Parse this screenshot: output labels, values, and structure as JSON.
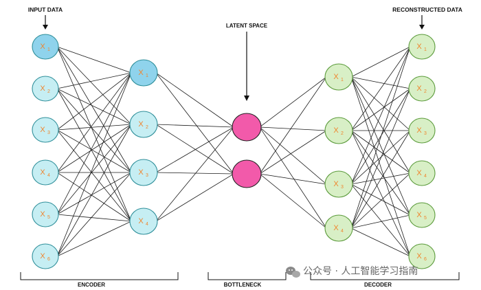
{
  "labels": {
    "input": "INPUT DATA",
    "latent": "LATENT SPACE",
    "reconstructed": "RECONSTRUCTED DATA",
    "encoder": "ENCODER",
    "bottleneck": "BOTTLENECK",
    "decoder": "DECODER"
  },
  "layers": [
    {
      "name": "input",
      "fill": "#c6eef3",
      "stroke": "#2f8f9a",
      "nodes": [
        {
          "base": "X",
          "sub": "1",
          "fill": "#8fd3ec"
        },
        {
          "base": "X",
          "sub": "2"
        },
        {
          "base": "X",
          "sub": "3"
        },
        {
          "base": "X",
          "sub": "4"
        },
        {
          "base": "X",
          "sub": "5"
        },
        {
          "base": "X",
          "sub": "6"
        }
      ]
    },
    {
      "name": "encoder-hidden",
      "fill": "#c6eef3",
      "stroke": "#2f8f9a",
      "nodes": [
        {
          "base": "X",
          "sub": "1",
          "fill": "#8fd3ec"
        },
        {
          "base": "X",
          "sub": "2"
        },
        {
          "base": "X",
          "sub": "3"
        },
        {
          "base": "X",
          "sub": "4"
        }
      ]
    },
    {
      "name": "bottleneck",
      "fill": "#f25aaa",
      "stroke": "#222222",
      "nodes": [
        {
          "base": "",
          "sub": ""
        },
        {
          "base": "",
          "sub": ""
        }
      ]
    },
    {
      "name": "decoder-hidden",
      "fill": "#d8efc6",
      "stroke": "#5a9a3a",
      "nodes": [
        {
          "base": "X",
          "sub": "1"
        },
        {
          "base": "X",
          "sub": "2"
        },
        {
          "base": "X",
          "sub": "3"
        },
        {
          "base": "X",
          "sub": "4"
        }
      ]
    },
    {
      "name": "output",
      "fill": "#d8efc6",
      "stroke": "#5a9a3a",
      "nodes": [
        {
          "base": "X",
          "sub": "1"
        },
        {
          "base": "X",
          "sub": "2"
        },
        {
          "base": "X",
          "sub": "3"
        },
        {
          "base": "X",
          "sub": "4"
        },
        {
          "base": "X",
          "sub": "5"
        },
        {
          "base": "X",
          "sub": "6"
        }
      ]
    }
  ],
  "colors": {
    "edge": "#1a1a1a",
    "text_orange": "#f0842c"
  },
  "watermark": {
    "icon": "wechat-icon",
    "text": "公众号 · 人工智能学习指南"
  }
}
